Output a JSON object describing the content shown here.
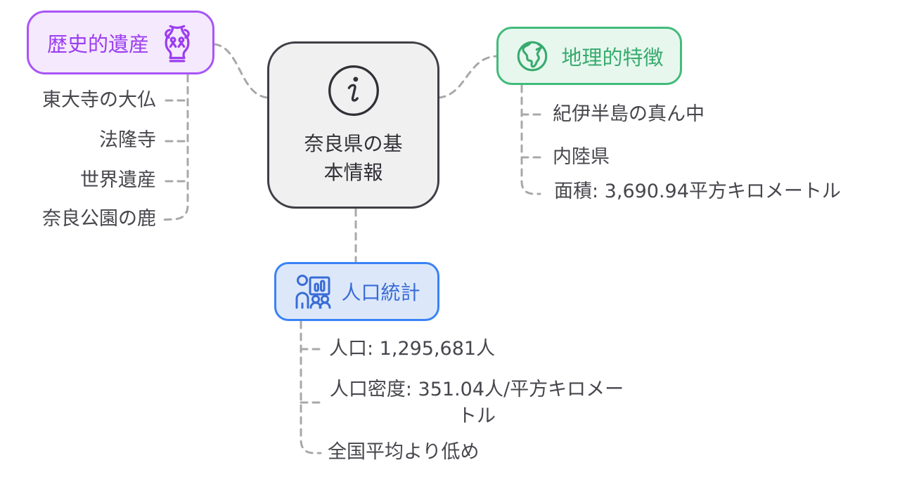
{
  "root": {
    "label": "奈良県の基本情報",
    "icon": "info-icon"
  },
  "branches": {
    "history": {
      "label": "歴史的遺産",
      "icon": "amphora-icon",
      "children": [
        "東大寺の大仏",
        "法隆寺",
        "世界遺産",
        "奈良公園の鹿"
      ]
    },
    "geography": {
      "label": "地理的特徴",
      "icon": "globe-icon",
      "children": [
        "紀伊半島の真ん中",
        "内陸県",
        "面積: 3,690.94平方キロメートル"
      ]
    },
    "population": {
      "label": "人口統計",
      "icon": "presentation-chart-people-icon",
      "children": [
        "人口: 1,295,681人",
        "人口密度: 351.04人/平方キロメートル",
        "全国平均より低め"
      ]
    }
  },
  "colors": {
    "canvas_bg": "#ffffff",
    "history_border": "#a855f7",
    "history_fill": "#f5e9fd",
    "history_text": "#9b3df0",
    "geography_border": "#41bb79",
    "geography_fill": "#e7f7ee",
    "geography_text": "#38ab6d",
    "population_border": "#3b82f6",
    "population_fill": "#dce8fa",
    "population_text": "#3a6cd6",
    "root_border": "#3f3f46",
    "root_fill": "#f0f0f0",
    "root_text": "#303036",
    "item_text": "#46464c",
    "connector": "#a8a8a8"
  }
}
